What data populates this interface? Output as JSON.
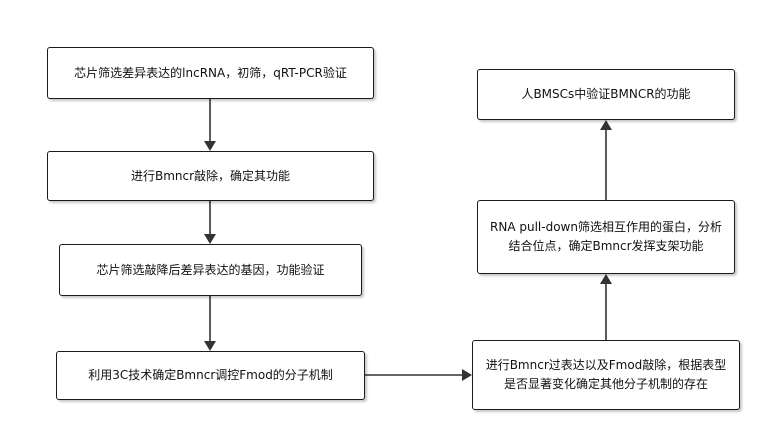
{
  "nodes": {
    "n1": "芯片筛选差异表达的lncRNA，初筛，qRT-PCR验证",
    "n2": "进行Bmncr敲除，确定其功能",
    "n3": "芯片筛选敲降后差异表达的基因，功能验证",
    "n4": "利用3C技术确定Bmncr调控Fmod的分子机制",
    "n5": "进行Bmncr过表达以及Fmod敲除，根据表型是否显著变化确定其他分子机制的存在",
    "n6": "RNA pull-down筛选相互作用的蛋白，分析结合位点，确定Bmncr发挥支架功能",
    "n7": "人BMSCs中验证BMNCR的功能"
  },
  "colors": {
    "border": "#1a1a1a",
    "arrow": "#333333",
    "text": "#111111",
    "background": "#ffffff"
  }
}
